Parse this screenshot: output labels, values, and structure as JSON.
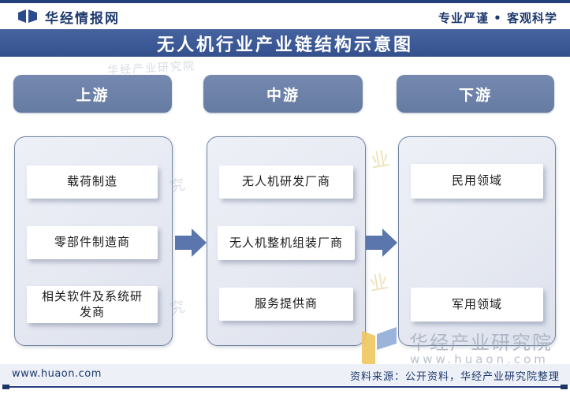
{
  "brand": {
    "name": "华经情报网",
    "slogan": "专业严谨 • 客观科学"
  },
  "title": "无人机行业产业链结构示意图",
  "columns": [
    {
      "header": "上游",
      "items": [
        "载荷制造",
        "零部件制造商",
        "相关软件及系统研发商"
      ]
    },
    {
      "header": "中游",
      "items": [
        "无人机研发厂商",
        "无人机整机组装厂商",
        "服务提供商"
      ]
    },
    {
      "header": "下游",
      "items": [
        "民用领域",
        "军用领域"
      ]
    }
  ],
  "watermarks": {
    "org": "华经产业研究院",
    "site": "www.huaon.com",
    "fragment_top": "华经产业研究院",
    "fragment_char1": "究",
    "fragment_char2": "究",
    "fragment_char3": "业",
    "fragment_char4": "业"
  },
  "footer": {
    "site": "www.huaon.com",
    "source": "资料来源：公开资料，华经产业研究院整理"
  },
  "colors": {
    "navy": "#1e3a6e",
    "title_bar": "#3a5795",
    "column_header": "#667ba2",
    "arrow": "#5a76ad",
    "panel_bg": "#e6e9f2",
    "watermark_yellow": "#f0c75e",
    "watermark_blue": "#8aa7d6"
  }
}
